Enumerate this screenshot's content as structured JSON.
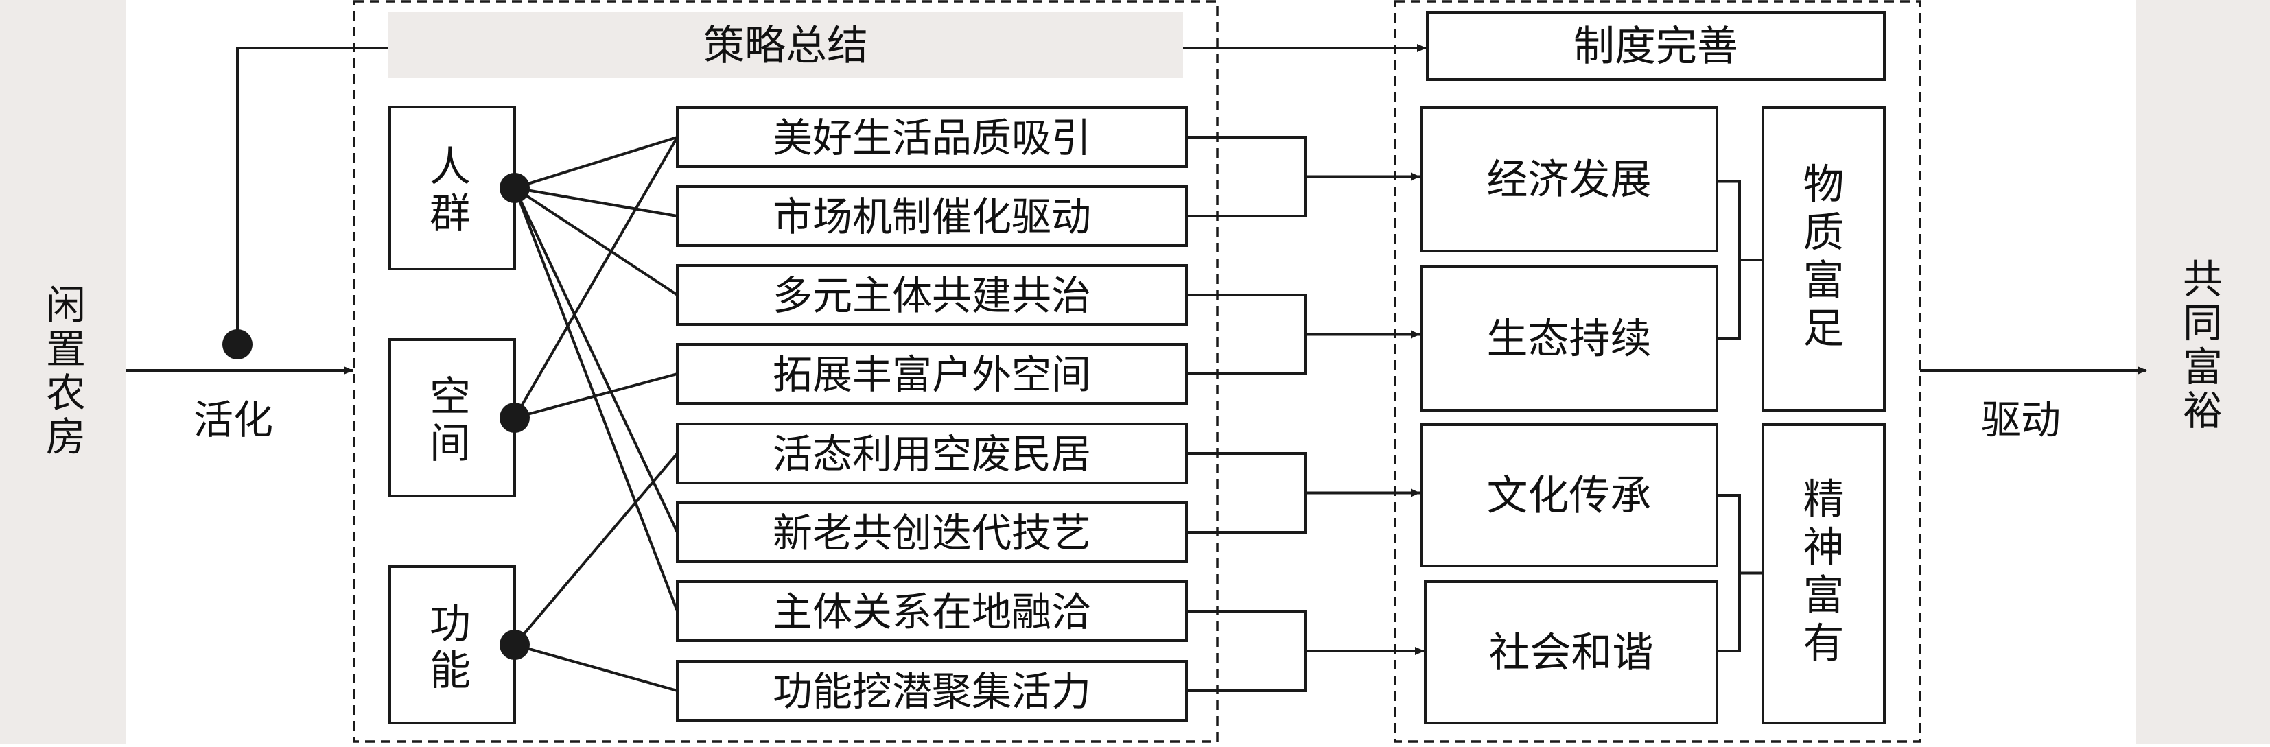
{
  "sidebar_left": {
    "label": "闲置农房"
  },
  "sidebar_right": {
    "label": "共同富裕"
  },
  "activate_label": "活化",
  "drive_label": "驱动",
  "strategy_header": "策略总结",
  "institution_header": "制度完善",
  "categories": [
    {
      "id": "people",
      "label": "人群"
    },
    {
      "id": "space",
      "label": "空间"
    },
    {
      "id": "function",
      "label": "功能"
    }
  ],
  "strategies": [
    "美好生活品质吸引",
    "市场机制催化驱动",
    "多元主体共建共治",
    "拓展丰富户外空间",
    "活态利用空废民居",
    "新老共创迭代技艺",
    "主体关系在地融洽",
    "功能挖潜聚集活力"
  ],
  "links": {
    "people": [
      0,
      1,
      2,
      5,
      6
    ],
    "space": [
      0,
      3
    ],
    "function": [
      4,
      7
    ]
  },
  "outcomes": [
    "经济发展",
    "生态持续",
    "文化传承",
    "社会和谐"
  ],
  "groups": [
    {
      "label": "物质富足"
    },
    {
      "label": "精神富有"
    }
  ],
  "colors": {
    "sidebar_bg": "#eeebe9",
    "header_bg": "#eeebe9",
    "line": "#1a1a1a"
  }
}
